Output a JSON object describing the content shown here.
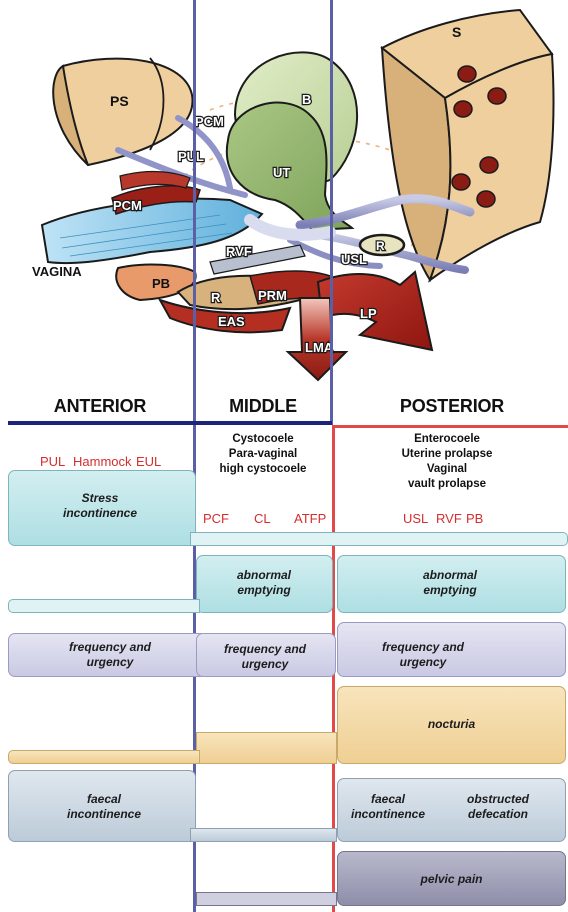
{
  "anatomy_labels": {
    "ps": "PS",
    "pcm_top": "PCM",
    "pul": "PUL",
    "b": "B",
    "ut": "UT",
    "s": "S",
    "pcm_left": "PCM",
    "vagina": "VAGINA",
    "rvf": "RVF",
    "r_right": "R",
    "usl": "USL",
    "pb": "PB",
    "r_lower": "R",
    "prm": "PRM",
    "lp": "LP",
    "eas": "EAS",
    "lma": "LMA"
  },
  "zones": {
    "anterior": "ANTERIOR",
    "middle": "MIDDLE",
    "posterior": "POSTERIOR"
  },
  "zone_conditions": {
    "middle": [
      "Cystocoele",
      "Para-vaginal",
      "high cystocoele"
    ],
    "posterior": [
      "Enterocoele",
      "Uterine prolapse",
      "Vaginal",
      "vault prolapse"
    ]
  },
  "structures": {
    "anterior": [
      "PUL",
      "Hammock",
      "EUL"
    ],
    "middle": [
      "PCF",
      "CL",
      "ATFP"
    ],
    "posterior": [
      "USL",
      "RVF",
      "PB"
    ]
  },
  "symptoms": {
    "stress_incontinence": [
      "Stress",
      "incontinence"
    ],
    "abnormal_emptying_middle": [
      "abnormal",
      "emptying"
    ],
    "abnormal_emptying_posterior": [
      "abnormal",
      "emptying"
    ],
    "frequency_anterior": [
      "frequency and",
      "urgency"
    ],
    "frequency_middle": [
      "frequency and",
      "urgency"
    ],
    "frequency_posterior": [
      "frequency and",
      "urgency"
    ],
    "nocturia": "nocturia",
    "faecal_anterior": [
      "faecal",
      "incontinence"
    ],
    "faecal_posterior": [
      "faecal",
      "incontinence"
    ],
    "obstructed": [
      "obstructed",
      "defecation"
    ],
    "pelvic_pain": "pelvic pain"
  },
  "colors": {
    "anterior_line": "#1b237a",
    "middle_line": "#4a4f9e",
    "posterior_line": "#e24a4a",
    "structure_text": "#d42e2e",
    "cyan_box": "#bfe6ea",
    "lavender_box": "#d6d6ec",
    "tan_box": "#f1d7a3",
    "steel_box": "#cdd8e3",
    "slate_box": "#9d9db7"
  }
}
